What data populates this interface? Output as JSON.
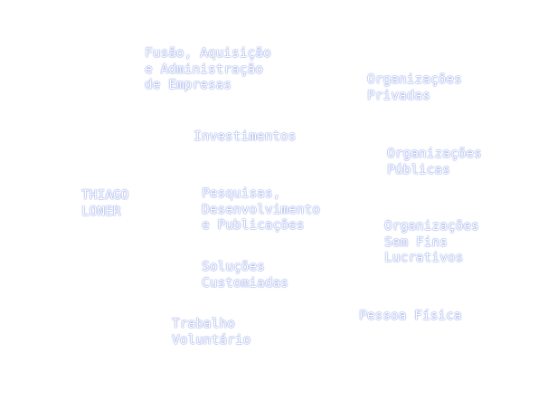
{
  "nodes": {
    "fusao": "Fusão, Aquisição\ne Administração\nde Empresas",
    "privadas": "Organizações\nPrivadas",
    "investimentos": "Investimentos",
    "publicas": "Organizações\nPúblicas",
    "center": "THIAGO\nLONER",
    "pesquisas": "Pesquisas,\nDesenvolvimento\ne Publicações",
    "sem_fins": "Organizações\nSem Fins\nLucrativos",
    "solucoes": "Soluções\nCustomiadas",
    "pessoa_fisica": "Pessoa Física",
    "trabalho": "Trabalho\nVoluntário"
  },
  "colors": {
    "text_fill": "#ffffff",
    "text_outline": "#7f93e0",
    "background": "#ffffff"
  }
}
